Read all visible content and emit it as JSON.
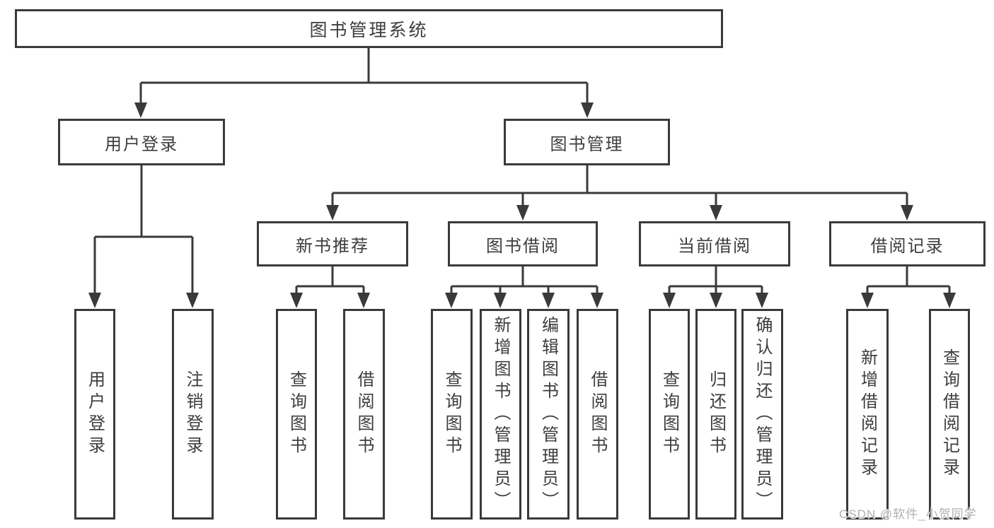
{
  "tree": {
    "label": "图书管理系统",
    "children": [
      {
        "label": "用户登录",
        "children": [
          {
            "label": "用户登录"
          },
          {
            "label": "注销登录"
          }
        ]
      },
      {
        "label": "图书管理",
        "children": [
          {
            "label": "新书推荐",
            "children": [
              {
                "label": "查询图书"
              },
              {
                "label": "借阅图书"
              }
            ]
          },
          {
            "label": "图书借阅",
            "children": [
              {
                "label": "查询图书"
              },
              {
                "label": "新增图书（管理员）"
              },
              {
                "label": "编辑图书（管理员）"
              },
              {
                "label": "借阅图书"
              }
            ]
          },
          {
            "label": "当前借阅",
            "children": [
              {
                "label": "查询图书"
              },
              {
                "label": "归还图书"
              },
              {
                "label": "确认归还（管理员）"
              }
            ]
          },
          {
            "label": "借阅记录",
            "children": [
              {
                "label": "新增借阅记录"
              },
              {
                "label": "查询借阅记录"
              }
            ]
          }
        ]
      }
    ]
  },
  "watermark": "CSDN @软件_小贺同学",
  "colors": {
    "line": "#3a3a3a",
    "text": "#3d3d3d",
    "watermark": "#b0b0b0",
    "bg": "#ffffff"
  }
}
